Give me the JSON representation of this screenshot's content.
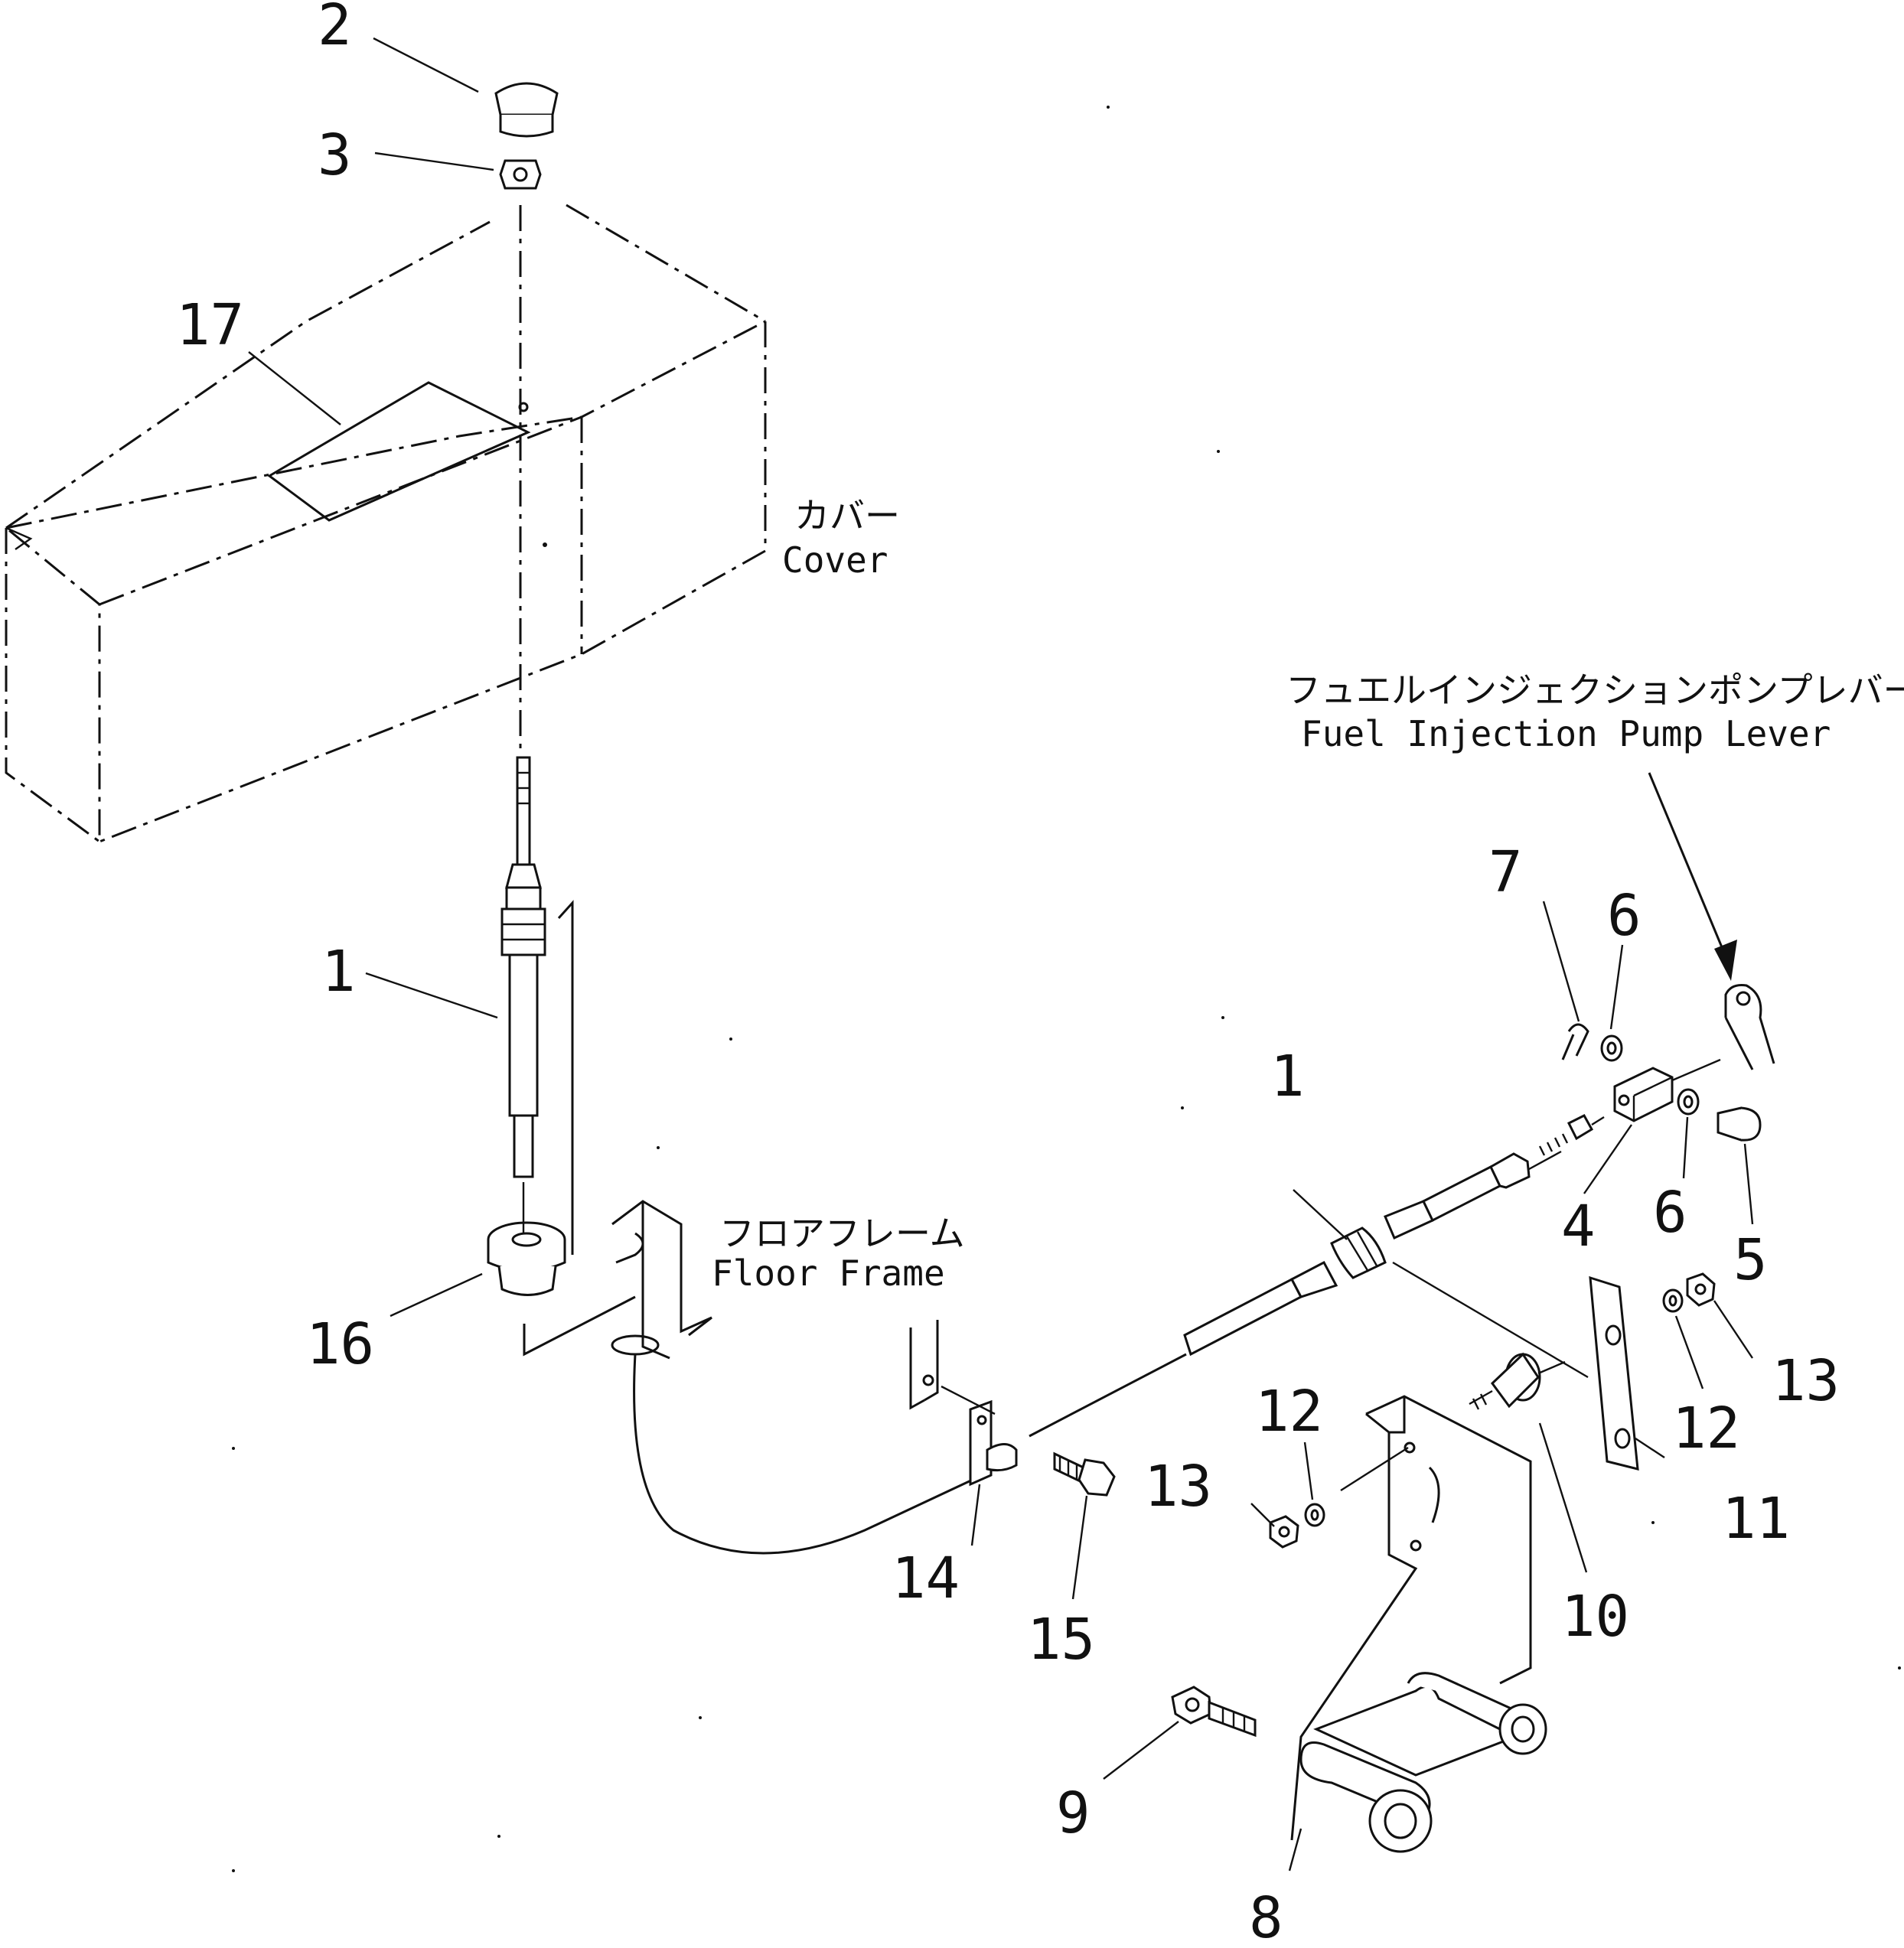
{
  "diagram": {
    "part_numbers": [
      "1",
      "2",
      "3",
      "4",
      "5",
      "6",
      "7",
      "8",
      "9",
      "10",
      "11",
      "12",
      "13",
      "14",
      "15",
      "16",
      "17"
    ],
    "labels": {
      "cover_jp": "カバー",
      "cover_en": "Cover",
      "floor_frame_jp": "フロアフレーム",
      "floor_frame_en": "Floor Frame",
      "pump_lever_jp": "フュエルインジェクションポンプレバー",
      "pump_lever_en": "Fuel Injection Pump Lever"
    }
  }
}
